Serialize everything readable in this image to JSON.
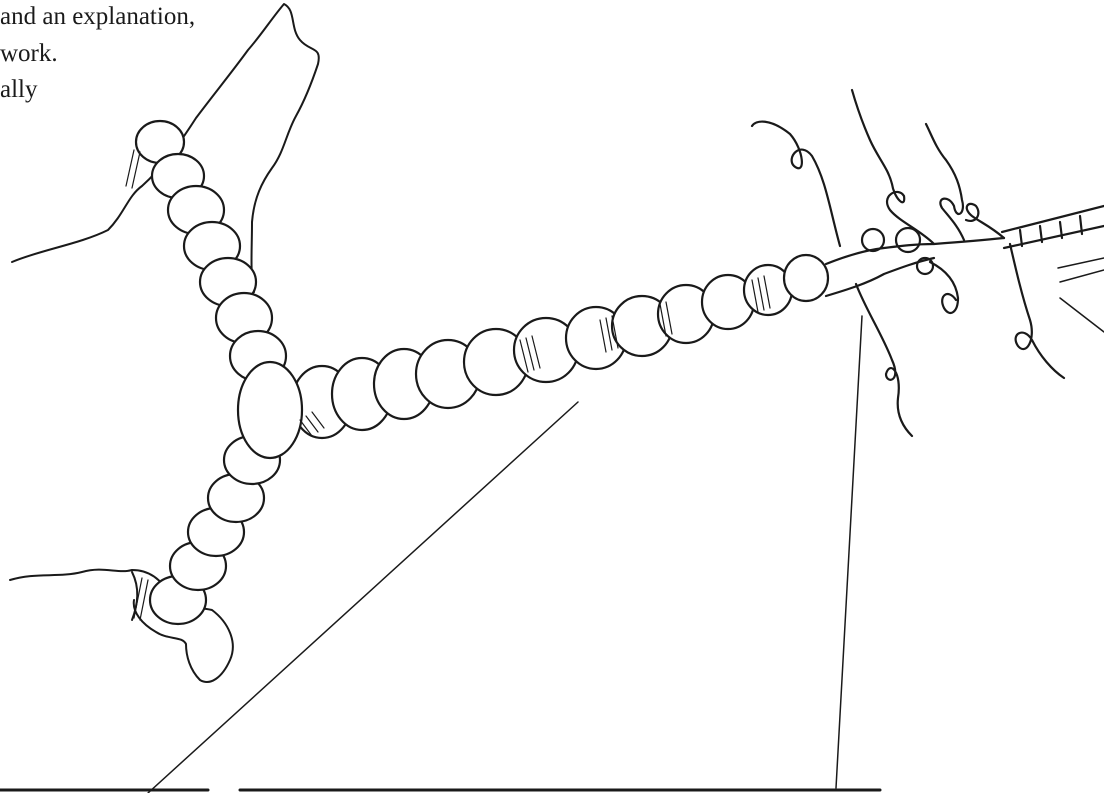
{
  "intro_text": {
    "line_1": "and an explanation,",
    "line_2": "work.",
    "line_3": "ally"
  },
  "answer_blanks": [
    {
      "label": ""
    },
    {
      "label": ""
    }
  ],
  "colors": {
    "ink": "#1a1a1a",
    "background": "#ffffff"
  }
}
